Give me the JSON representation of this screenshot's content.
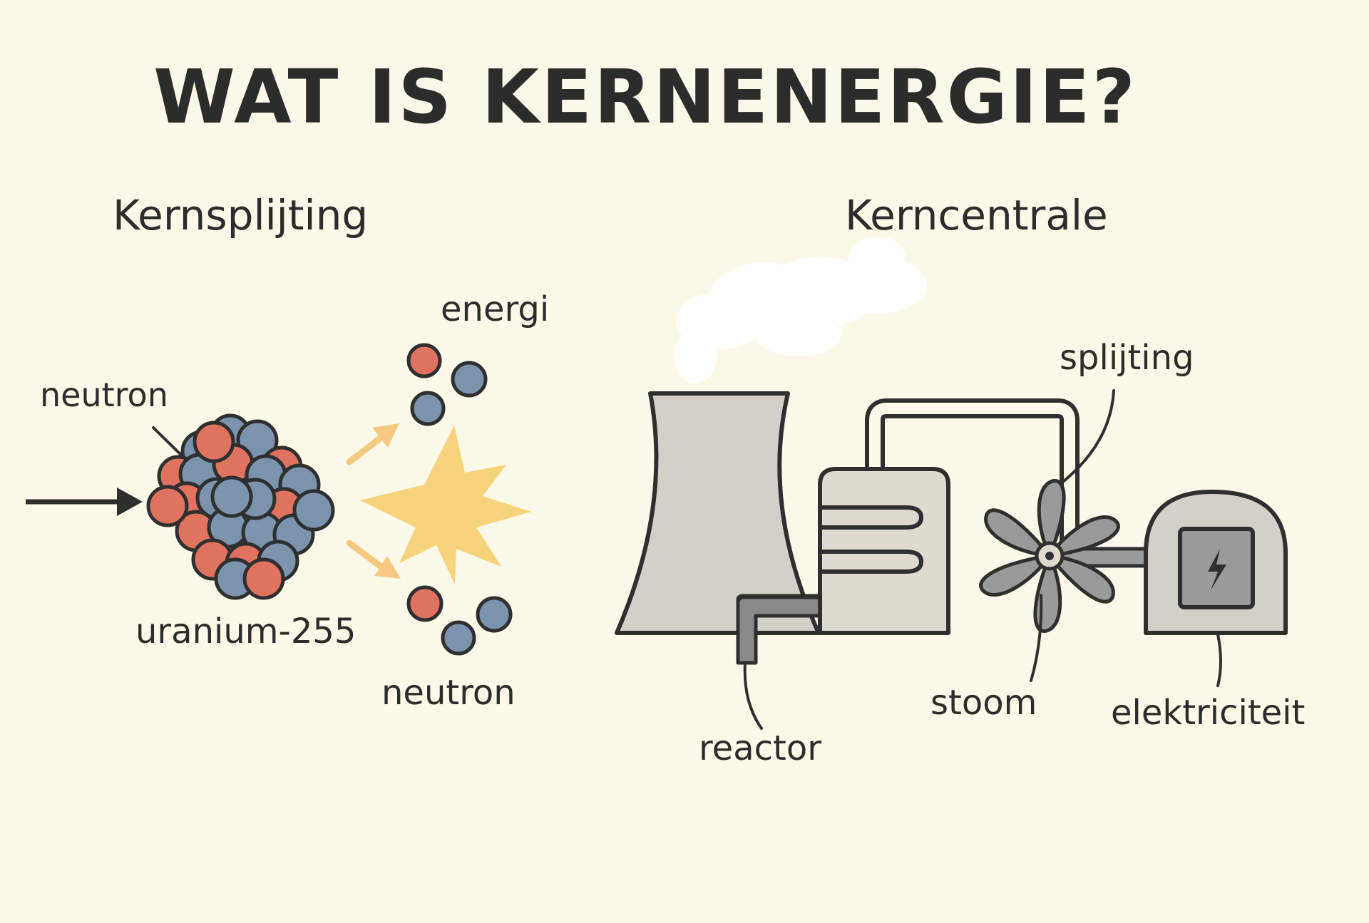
{
  "title": "WAT IS KERNENERGIE?",
  "left_panel": {
    "heading": "Kernsplijting",
    "labels": {
      "neutron_in": "neutron",
      "nucleus": "uranium-255",
      "energy": "energi",
      "neutron_out": "neutron"
    }
  },
  "right_panel": {
    "heading": "Kerncentrale",
    "labels": {
      "fission": "splijting",
      "reactor": "reactor",
      "steam": "stoom",
      "electricity": "elektriciteit"
    }
  },
  "colors": {
    "background": "#fdf9e8",
    "outline": "#2f2f2f",
    "proton": "#e0735f",
    "neutron": "#7b93ad",
    "burst": "#f7d37c",
    "arrow": "#f5ca80",
    "tower": "#d3d0c8",
    "building": "#dedad0",
    "turbine": "#9a9a9a"
  },
  "icons": {
    "generator": "lightning-bolt-icon"
  }
}
